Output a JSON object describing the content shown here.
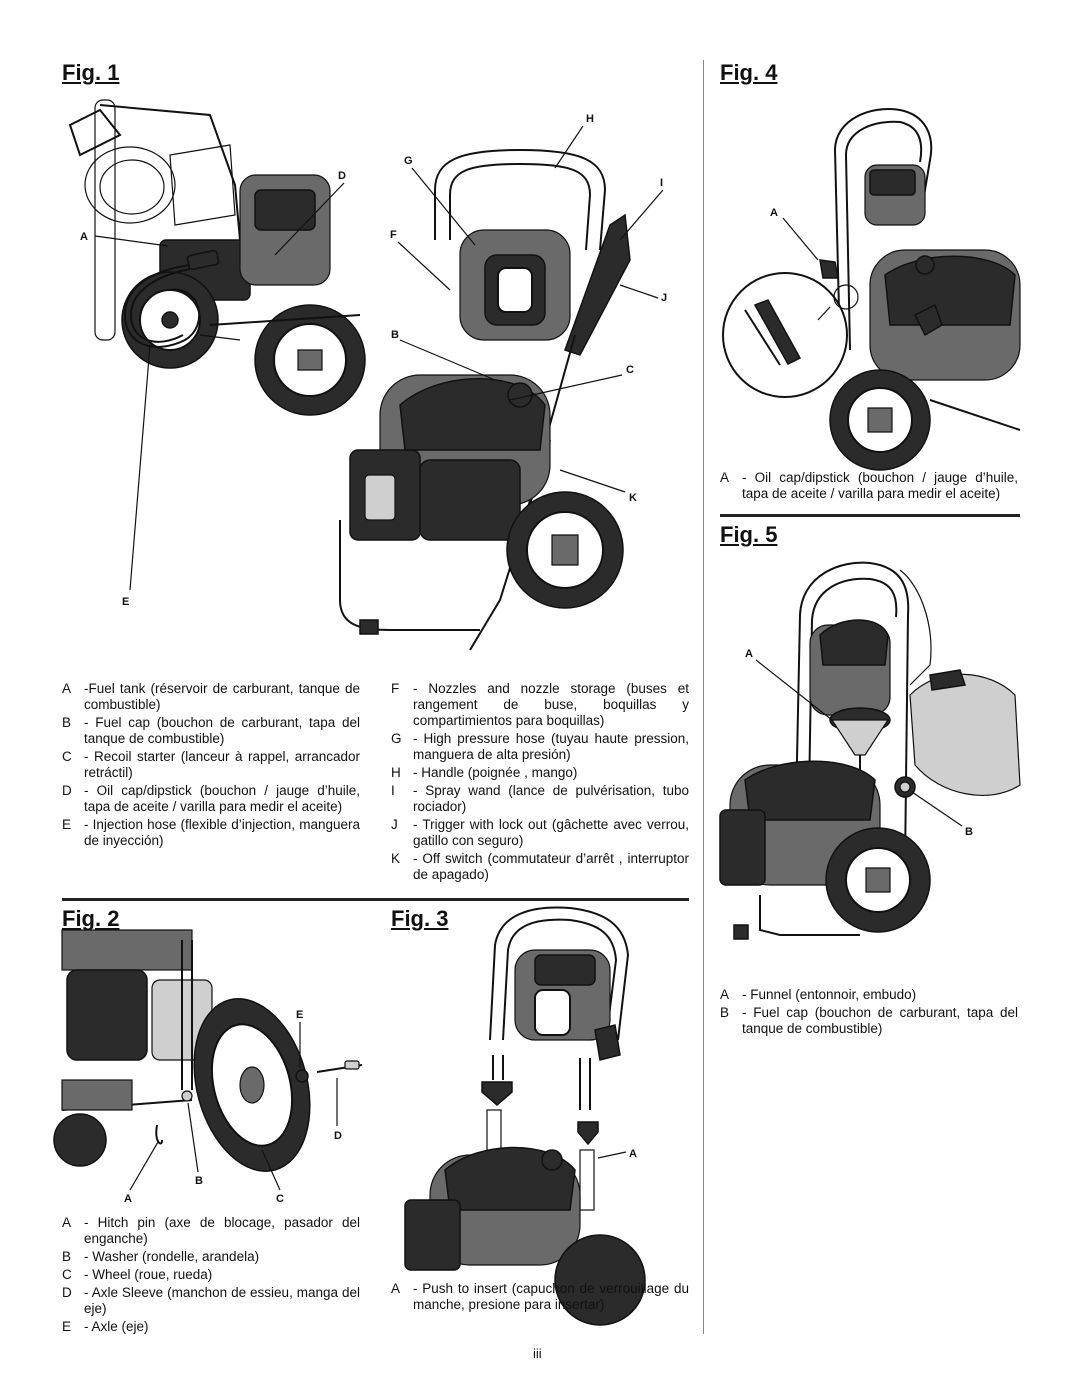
{
  "fig1": {
    "title": "Fig. 1",
    "callouts": {
      "H": "H",
      "G": "G",
      "D": "D",
      "I": "I",
      "A": "A",
      "F": "F",
      "J": "J",
      "B": "B",
      "C": "C",
      "K": "K",
      "E": "E"
    },
    "legend_left": [
      {
        "key": "A",
        "text": "-Fuel tank (réservoir de carburant, tanque de combustible)"
      },
      {
        "key": "B",
        "text": "- Fuel cap (bouchon de carburant, tapa del tanque de combustible)"
      },
      {
        "key": "C",
        "text": "- Recoil starter (lanceur à rappel, arrancador retráctil)"
      },
      {
        "key": "D",
        "text": "- Oil cap/dipstick (bouchon / jauge d’huile, tapa de aceite / varilla para medir el aceite)"
      },
      {
        "key": "E",
        "text": "- Injection hose (flexible d’injection, manguera de inyección)"
      }
    ],
    "legend_right": [
      {
        "key": "F",
        "text": "- Nozzles and nozzle storage (buses et rangement de buse, boquillas y compartimientos para boquillas)"
      },
      {
        "key": "G",
        "text": "- High pressure hose (tuyau haute pression, manguera de alta presión)"
      },
      {
        "key": "H",
        "text": "- Handle (poignée , mango)"
      },
      {
        "key": "I",
        "text": "- Spray wand (lance de pulvérisation, tubo rociador)"
      },
      {
        "key": "J",
        "text": "- Trigger with lock out (gâchette avec verrou, gatillo con seguro)"
      },
      {
        "key": "K",
        "text": "- Off switch (commutateur d’arrêt , interruptor de apagado)"
      }
    ]
  },
  "fig2": {
    "title": "Fig. 2",
    "callouts": {
      "E": "E",
      "D": "D",
      "B": "B",
      "A": "A",
      "C": "C"
    },
    "legend": [
      {
        "key": "A",
        "text": "- Hitch pin (axe de blocage, pasador del enganche)"
      },
      {
        "key": "B",
        "text": "- Washer (rondelle, arandela)"
      },
      {
        "key": "C",
        "text": "- Wheel (roue, rueda)"
      },
      {
        "key": "D",
        "text": "- Axle Sleeve (manchon de essieu, manga del eje)"
      },
      {
        "key": "E",
        "text": "- Axle (eje)"
      }
    ]
  },
  "fig3": {
    "title": "Fig. 3",
    "callouts": {
      "A": "A"
    },
    "legend": [
      {
        "key": "A",
        "text": "- Push to insert (capuchon de verrouillage du manche, presione para insertar)"
      }
    ]
  },
  "fig4": {
    "title": "Fig. 4",
    "callouts": {
      "A": "A"
    },
    "legend": [
      {
        "key": "A",
        "text": "- Oil cap/dipstick (bouchon / jauge d’huile, tapa de aceite / varilla para medir el aceite)"
      }
    ]
  },
  "fig5": {
    "title": "Fig. 5",
    "callouts": {
      "A": "A",
      "B": "B"
    },
    "legend": [
      {
        "key": "A",
        "text": "- Funnel (entonnoir, embudo)"
      },
      {
        "key": "B",
        "text": "- Fuel cap (bouchon de carburant, tapa del tanque de combustible)"
      }
    ]
  },
  "page_number": "iii"
}
